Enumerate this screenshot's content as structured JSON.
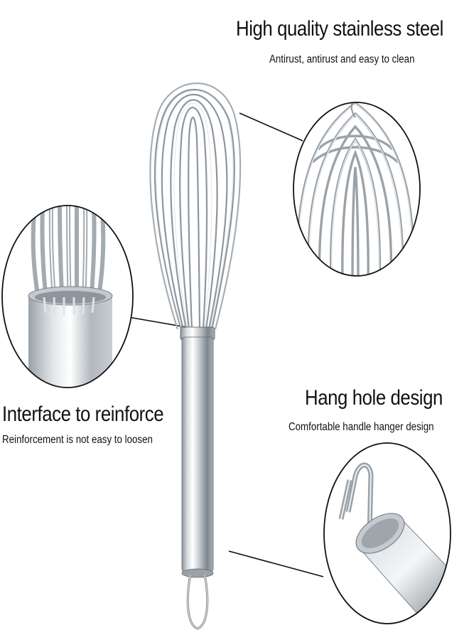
{
  "features": [
    {
      "title": "High quality stainless steel",
      "subtitle": "Antirust, antirust and easy to clean",
      "detail": "wire-loops-closeup"
    },
    {
      "title": "Interface to reinforce",
      "subtitle": "Reinforcement is not easy to loosen",
      "detail": "handle-joint-closeup"
    },
    {
      "title": "Hang hole design",
      "subtitle": "Comfortable handle hanger design",
      "detail": "hang-loop-closeup"
    }
  ],
  "product": {
    "name": "stainless-steel-whisk"
  },
  "colors": {
    "steel_light": "#e9edf0",
    "steel_mid": "#b7bec5",
    "steel_dark": "#6e767e",
    "outline": "#111111",
    "background": "#ffffff"
  }
}
